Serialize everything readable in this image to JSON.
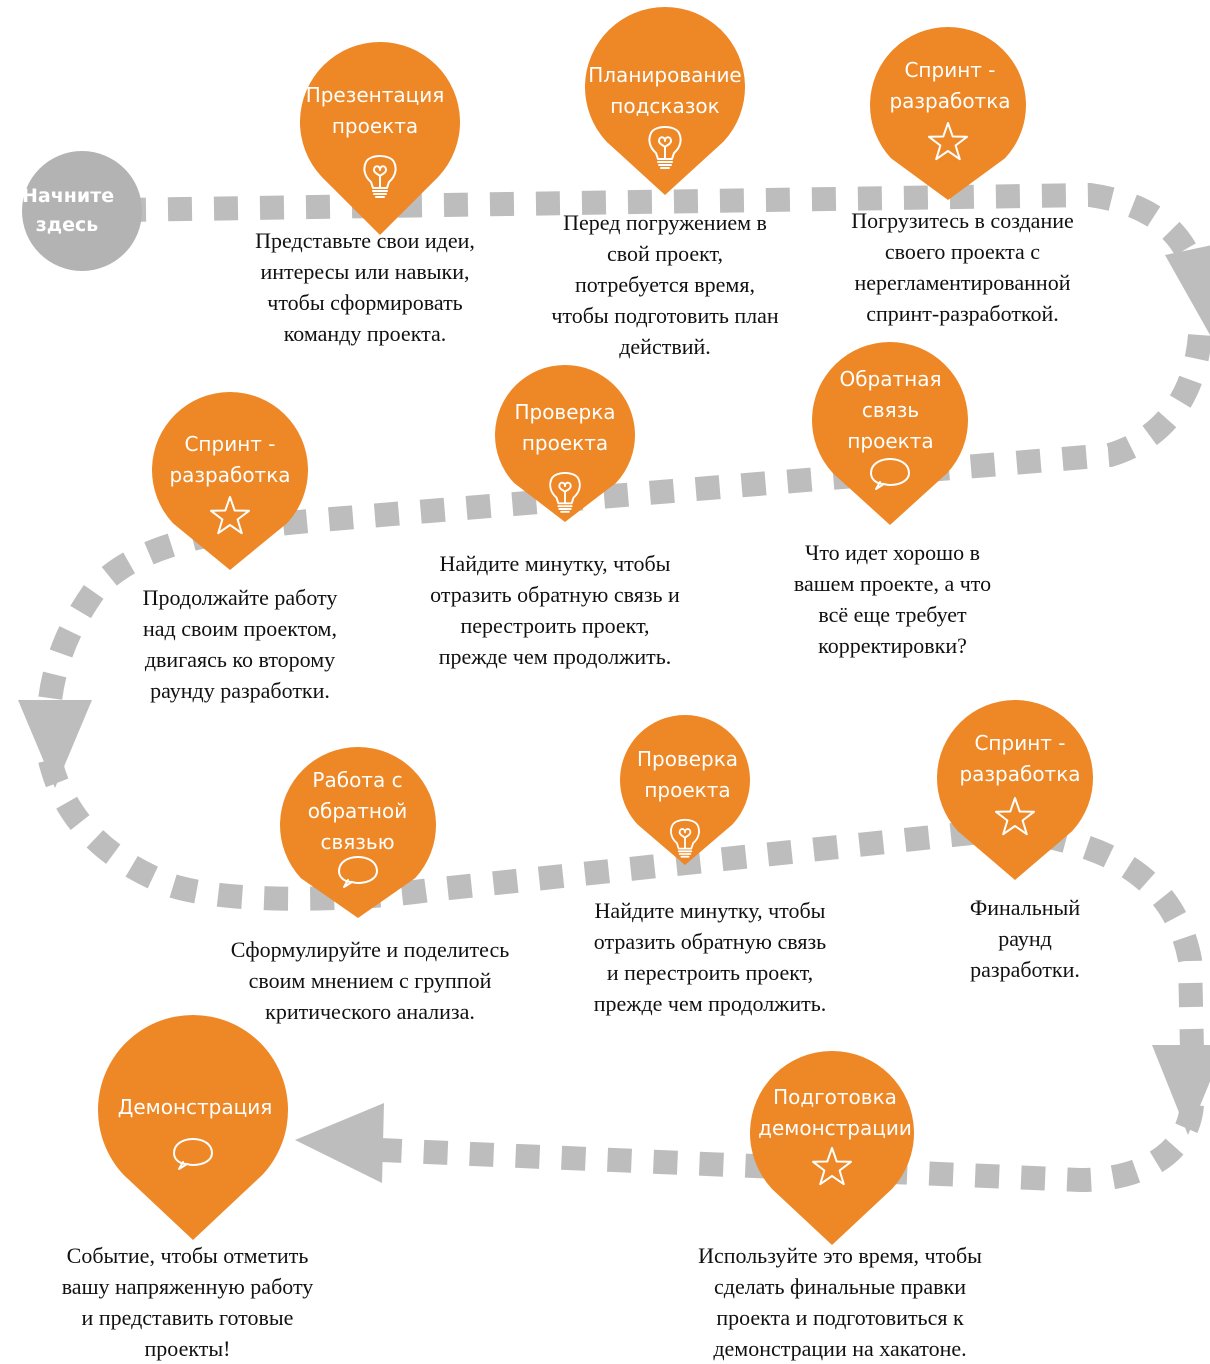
{
  "colors": {
    "pin": "#ee8725",
    "path": "#bdbdbd",
    "start": "#b3b3b3",
    "text": "#111111"
  },
  "start": {
    "label": "Начните\nздесь"
  },
  "steps": [
    {
      "title": "Презентация\nпроекта",
      "icon": "lightbulb-icon",
      "description": "Представьте свои идеи,\nинтересы или навыки,\nчтобы сформировать\nкоманду проекта."
    },
    {
      "title": "Планирование\nподсказок",
      "icon": "lightbulb-icon",
      "description": "Перед погружением в\nсвой проект,\nпотребуется время,\nчтобы подготовить план\nдействий."
    },
    {
      "title": "Спринт -\nразработка",
      "icon": "star-icon",
      "description": "Погрузитесь в создание\nсвоего проекта с\nнерегламентированной\nспринт-разработкой."
    },
    {
      "title": "Обратная\nсвязь\nпроекта",
      "icon": "speech-bubble-icon",
      "description": "Что идет хорошо в\nвашем проекте, а что\nвсё еще требует\nкорректировки?"
    },
    {
      "title": "Проверка\nпроекта",
      "icon": "lightbulb-icon",
      "description": "Найдите минутку, чтобы\nотразить обратную связь и\nперестроить проект,\nпрежде чем продолжить."
    },
    {
      "title": "Спринт -\nразработка",
      "icon": "star-icon",
      "description": "Продолжайте работу\nнад своим проектом,\nдвигаясь ко второму\nраунду разработки."
    },
    {
      "title": "Работа с\nобратной\nсвязью",
      "icon": "speech-bubble-icon",
      "description": "Сформулируйте и поделитесь\nсвоим мнением с группой\nкритического анализа."
    },
    {
      "title": "Проверка\nпроекта",
      "icon": "lightbulb-icon",
      "description": "Найдите минутку, чтобы\nотразить обратную связь\nи перестроить проект,\nпрежде чем продолжить."
    },
    {
      "title": "Спринт -\nразработка",
      "icon": "star-icon",
      "description": "Финальный\nраунд\nразработки."
    },
    {
      "title": "Подготовка\nдемонстрации",
      "icon": "star-icon",
      "description": "Используйте это время, чтобы\nсделать финальные правки\nпроекта и подготовиться к\nдемонстрации на хакатоне."
    },
    {
      "title": "Демонстрация",
      "icon": "speech-bubble-icon",
      "description": "Событие, чтобы отметить\nвашу напряженную работу\nи представить готовые\nпроекты!"
    }
  ]
}
